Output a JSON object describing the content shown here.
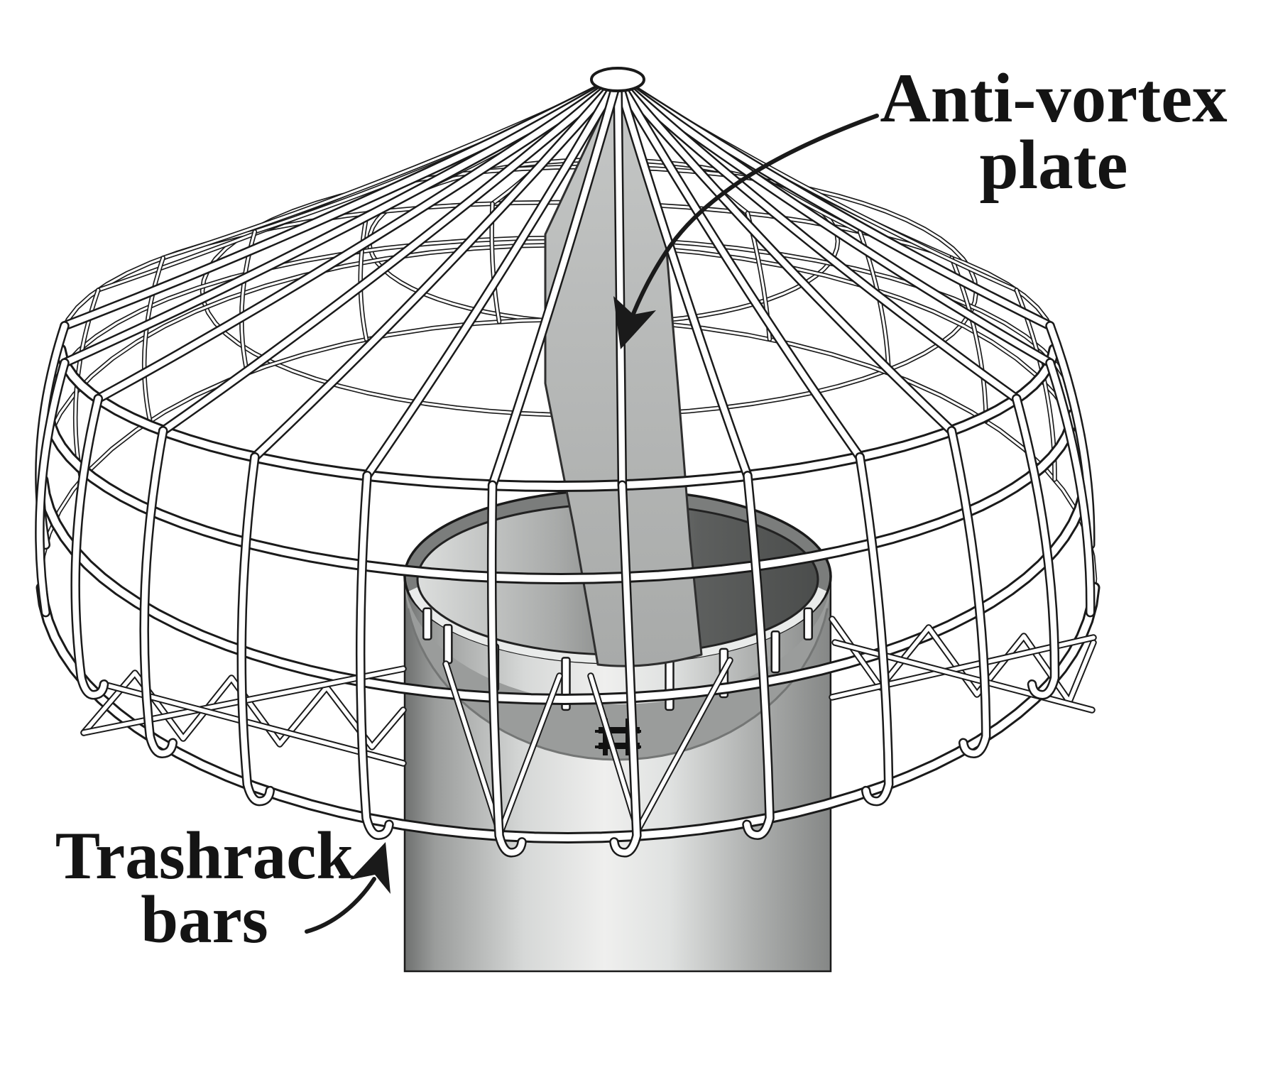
{
  "figure": {
    "type": "technical-illustration",
    "subject": "Riser inlet with trashrack cage and anti-vortex plate",
    "labels": {
      "anti_vortex": "Anti-vortex\nplate",
      "trashrack": "Trashrack\nbars"
    },
    "colors": {
      "background": "#ffffff",
      "line": "#1a1a1a",
      "bar_fill": "#ffffff",
      "plate": "#b7b9b8",
      "plate_top": "#c4c6c5",
      "plate_bottom": "#a8aaa9",
      "plate_edge": "#2f2f2f",
      "rim": "#7b7d7c",
      "rim_lip": "#e9ebea",
      "opening_light": "#dcdedd",
      "opening_dark": "#4b4d4c",
      "pipe_dark": "#6e706f",
      "pipe_light": "#efefee",
      "band": "#9a9c9b",
      "text": "#141414"
    }
  }
}
